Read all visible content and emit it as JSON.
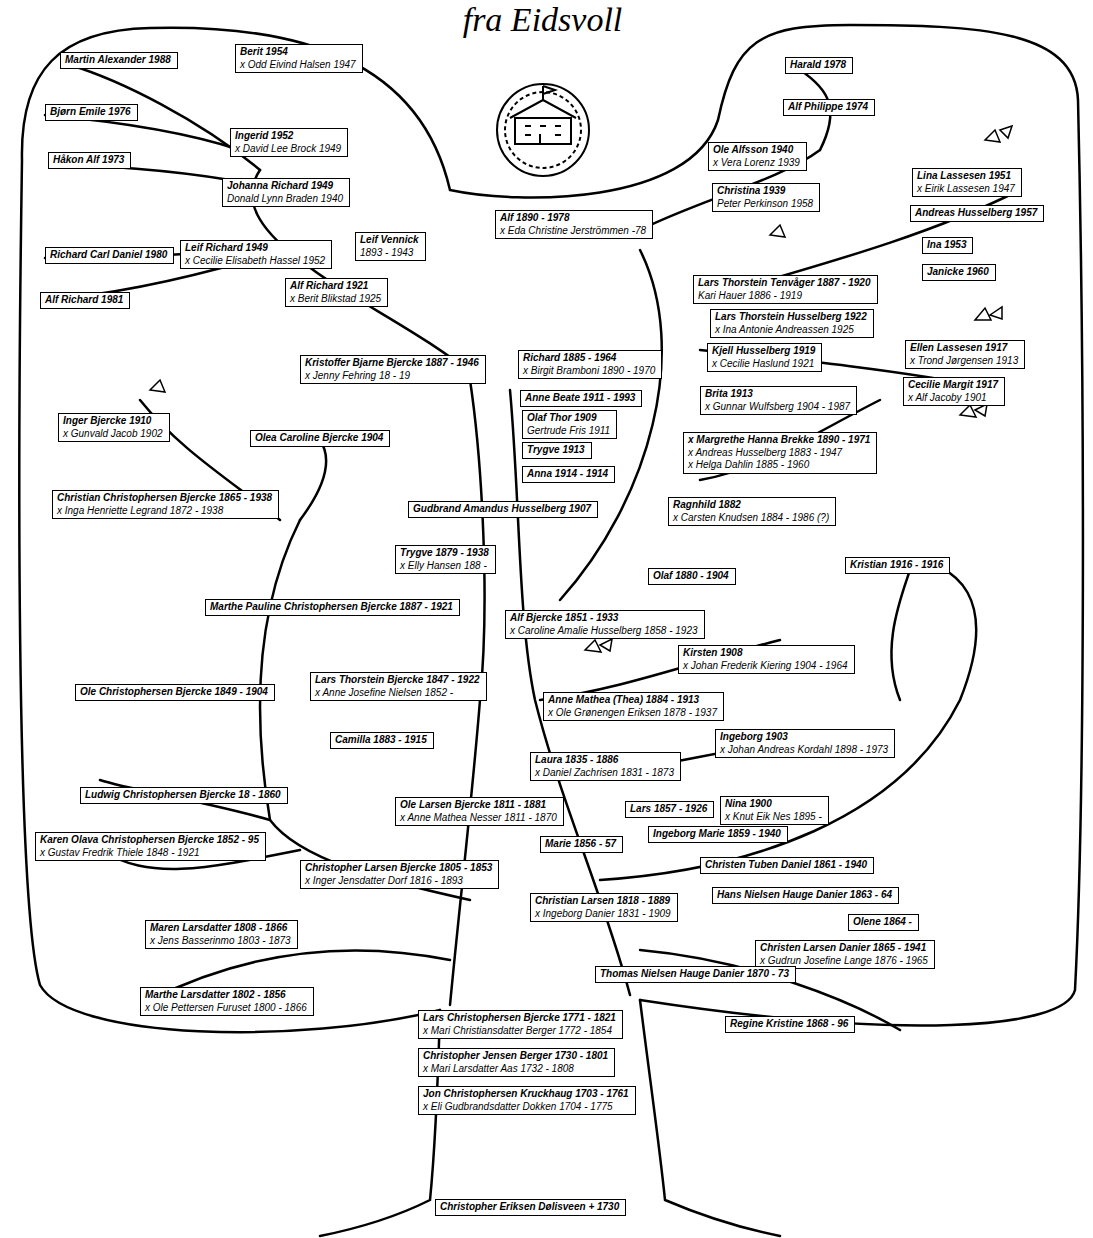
{
  "diagram": {
    "title": "fra Eidsvoll",
    "nodes": [
      {
        "text": [
          "Martin Alexander 1988"
        ]
      },
      {
        "text": [
          "Berit 1954",
          "x Odd Eivind Halsen 1947"
        ]
      },
      {
        "text": [
          "Bjørn Emile 1976"
        ]
      },
      {
        "text": [
          "Ingerid 1952",
          "x David Lee Brock 1949"
        ]
      },
      {
        "text": [
          "Håkon Alf 1973"
        ]
      },
      {
        "text": [
          "Johanna Richard 1949",
          "Donald Lynn Braden 1940"
        ]
      },
      {
        "text": [
          "Harald 1978"
        ]
      },
      {
        "text": [
          "Alf Philippe 1974"
        ]
      },
      {
        "text": [
          "Ole Alfsson 1940",
          "x Vera Lorenz 1939"
        ]
      },
      {
        "text": [
          "Lina Lassesen 1951",
          "x Eirik Lassesen 1947"
        ]
      },
      {
        "text": [
          "Christina 1939",
          "Peter Perkinson 1958"
        ]
      },
      {
        "text": [
          "Andreas Husselberg 1957"
        ]
      },
      {
        "text": [
          "Alf 1890 - 1978",
          "x Eda Christine Jerströmmen -78"
        ]
      },
      {
        "text": [
          "Leif Vennick",
          "1893 - 1943"
        ]
      },
      {
        "text": [
          "Leif Richard 1949",
          "x Cecilie Elisabeth Hassel 1952"
        ]
      },
      {
        "text": [
          "Richard Carl Daniel 1980"
        ]
      },
      {
        "text": [
          "Ina 1953"
        ]
      },
      {
        "text": [
          "Janicke 1960"
        ]
      },
      {
        "text": [
          "Alf Richard 1921",
          "x Berit Blikstad 1925"
        ]
      },
      {
        "text": [
          "Alf Richard 1981"
        ]
      },
      {
        "text": [
          "Lars Thorstein Tenvåger 1887 - 1920",
          "Kari Hauer 1886 - 1919"
        ]
      },
      {
        "text": [
          "Lars Thorstein Husselberg 1922",
          "x Ina Antonie Andreassen 1925"
        ]
      },
      {
        "text": [
          "Kjell Husselberg 1919",
          "x Cecilie Haslund 1921"
        ]
      },
      {
        "text": [
          "Ellen Lassesen 1917",
          "x Trond Jørgensen 1913"
        ]
      },
      {
        "text": [
          "Kristoffer Bjarne Bjercke 1887 - 1946",
          "x Jenny Fehring 18 - 19"
        ]
      },
      {
        "text": [
          "Richard 1885 - 1964",
          "x Birgit Bramboni 1890 - 1970"
        ]
      },
      {
        "text": [
          "Cecilie Margit 1917",
          "x Alf Jacoby 1901"
        ]
      },
      {
        "text": [
          "Brita 1913",
          "x Gunnar Wulfsberg 1904 - 1987"
        ]
      },
      {
        "text": [
          "Anne Beate 1911 - 1993"
        ]
      },
      {
        "text": [
          "Inger Bjercke 1910",
          "x Gunvald Jacob 1902"
        ]
      },
      {
        "text": [
          "Olaf Thor 1909",
          "Gertrude Fris 1911"
        ]
      },
      {
        "text": [
          "Olea Caroline Bjercke 1904"
        ]
      },
      {
        "text": [
          "x Margrethe Hanna Brekke 1890 - 1971",
          "x Andreas Husselberg 1883 - 1947",
          "x Helga Dahlin 1885 - 1960"
        ]
      },
      {
        "text": [
          "Trygve 1913"
        ]
      },
      {
        "text": [
          "Anna 1914 - 1914"
        ]
      },
      {
        "text": [
          "Christian Christophersen Bjercke 1865 - 1938",
          "x Inga Henriette Legrand 1872 - 1938"
        ]
      },
      {
        "text": [
          "Gudbrand Amandus Husselberg 1907"
        ]
      },
      {
        "text": [
          "Ragnhild 1882",
          "x Carsten Knudsen 1884 - 1986 (?)"
        ]
      },
      {
        "text": [
          "Trygve 1879 - 1938",
          "x Elly Hansen 188 -"
        ]
      },
      {
        "text": [
          "Kristian 1916 - 1916"
        ]
      },
      {
        "text": [
          "Olaf 1880 - 1904"
        ]
      },
      {
        "text": [
          "Marthe Pauline Christophersen Bjercke 1887 - 1921"
        ]
      },
      {
        "text": [
          "Alf Bjercke 1851 - 1933",
          "x Caroline Amalie Husselberg 1858 - 1923"
        ]
      },
      {
        "text": [
          "Kirsten 1908",
          "x Johan Frederik Kiering 1904 - 1964"
        ]
      },
      {
        "text": [
          "Lars Thorstein Bjercke 1847 - 1922",
          "x Anne Josefine Nielsen 1852 -"
        ]
      },
      {
        "text": [
          "Ole Christophersen Bjercke 1849 - 1904"
        ]
      },
      {
        "text": [
          "Anne Mathea (Thea) 1884 - 1913",
          "x Ole Grønengen Eriksen 1878 - 1937"
        ]
      },
      {
        "text": [
          "Camilla 1883 - 1915"
        ]
      },
      {
        "text": [
          "Ingeborg 1903",
          "x Johan Andreas Kordahl 1898 - 1973"
        ]
      },
      {
        "text": [
          "Laura 1835 - 1886",
          "x Daniel Zachrisen 1831 - 1873"
        ]
      },
      {
        "text": [
          "Ludwig Christophersen Bjercke 18 - 1860"
        ]
      },
      {
        "text": [
          "Ole Larsen Bjercke 1811 - 1881",
          "x Anne Mathea Nesser 1811 - 1870"
        ]
      },
      {
        "text": [
          "Lars 1857 - 1926"
        ]
      },
      {
        "text": [
          "Nina 1900",
          "x Knut Eik Nes 1895 -"
        ]
      },
      {
        "text": [
          "Ingeborg Marie 1859 - 1940"
        ]
      },
      {
        "text": [
          "Karen Olava Christophersen Bjercke 1852 - 95",
          "x Gustav Fredrik Thiele 1848 - 1921"
        ]
      },
      {
        "text": [
          "Marie 1856 - 57"
        ]
      },
      {
        "text": [
          "Christopher Larsen Bjercke 1805 - 1853",
          "x Inger Jensdatter Dorf 1816 - 1893"
        ]
      },
      {
        "text": [
          "Christen Tuben Daniel 1861 - 1940"
        ]
      },
      {
        "text": [
          "Hans Nielsen Hauge Danier 1863 - 64"
        ]
      },
      {
        "text": [
          "Christian Larsen 1818 - 1889",
          "x Ingeborg Danier 1831 - 1909"
        ]
      },
      {
        "text": [
          "Olene 1864 -"
        ]
      },
      {
        "text": [
          "Maren Larsdatter 1808 - 1866",
          "x Jens Basserinmo 1803 - 1873"
        ]
      },
      {
        "text": [
          "Christen Larsen Danier 1865 - 1941",
          "x Gudrun Josefine Lange 1876 - 1965"
        ]
      },
      {
        "text": [
          "Thomas Nielsen Hauge Danier 1870 - 73"
        ]
      },
      {
        "text": [
          "Marthe Larsdatter 1802 - 1856",
          "x Ole Pettersen Furuset 1800 - 1866"
        ]
      },
      {
        "text": [
          "Lars Christophersen Bjercke 1771 - 1821",
          "x Mari Christiansdatter Berger 1772 - 1854"
        ]
      },
      {
        "text": [
          "Regine Kristine 1868 - 96"
        ]
      },
      {
        "text": [
          "Christopher Jensen Berger 1730 - 1801",
          "x Mari Larsdatter Aas 1732 - 1808"
        ]
      },
      {
        "text": [
          "Jon Christophersen Kruckhaug 1703 - 1761",
          "x Eli Gudbrandsdatter Dokken 1704 - 1775"
        ]
      },
      {
        "text": [
          "Christopher Eriksen Dølisveen + 1730"
        ]
      }
    ]
  }
}
